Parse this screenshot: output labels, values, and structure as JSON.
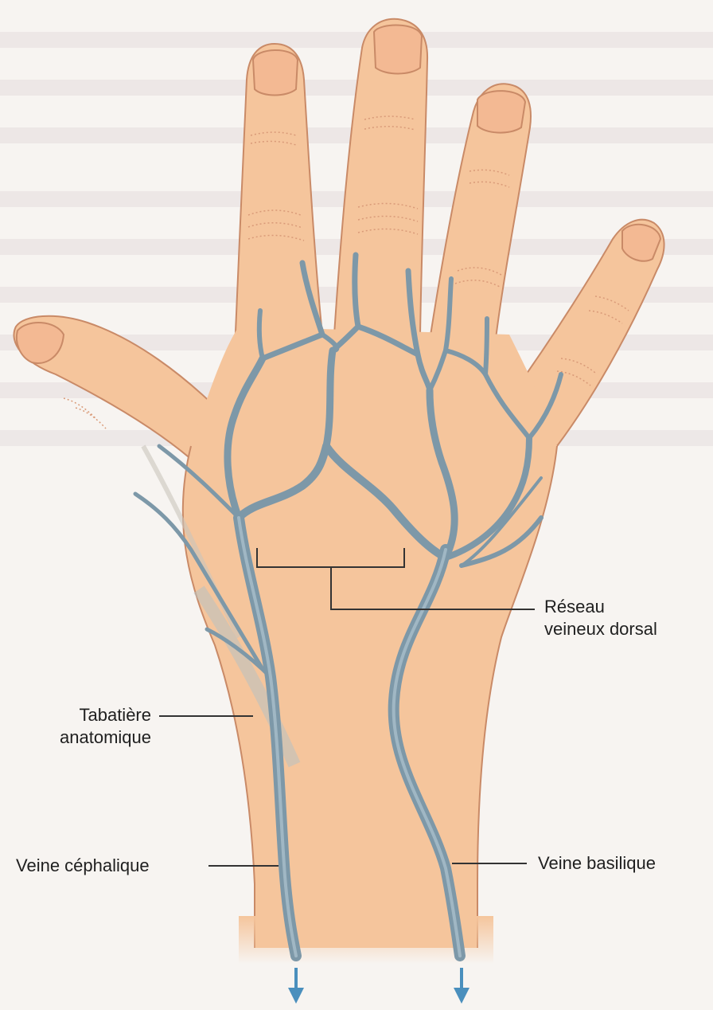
{
  "labels": {
    "reseau_line1": "Réseau",
    "reseau_line2": "veineux dorsal",
    "tabatiere_line1": "Tabatière",
    "tabatiere_line2": "anatomique",
    "veine_cephalique": "Veine céphalique",
    "veine_basilique": "Veine basilique"
  },
  "colors": {
    "skin": "#f5c59c",
    "skin_outline": "#c98a67",
    "vein": "#7d98a8",
    "vein_edge": "#5d7d8f",
    "arrow": "#4a8fbd",
    "leader": "#333333"
  }
}
